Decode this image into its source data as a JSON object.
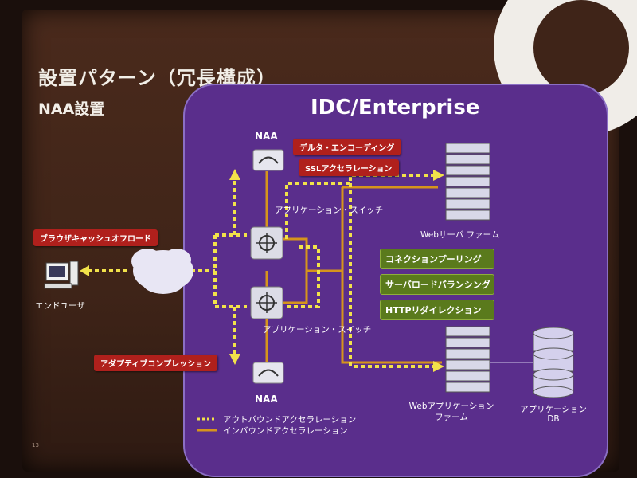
{
  "slide": {
    "title": "設置パターン（冗長構成）",
    "subtitle": "NAA設置",
    "panel_title": "IDC/Enterprise",
    "page_number": "13"
  },
  "labels": {
    "naa_top": "NAA",
    "naa_bottom": "NAA",
    "switch_top": "アプリケーション・スイッチ",
    "switch_bottom": "アプリケーション・スイッチ",
    "web_farm": "Webサーバ ファーム",
    "app_farm_line1": "Webアプリケーション",
    "app_farm_line2": "ファーム",
    "app_db_line1": "アプリケーション",
    "app_db_line2": "DB",
    "end_user": "エンドユーザ"
  },
  "red_tags": {
    "delta": "デルタ・エンコーディング",
    "ssl": "SSLアクセラレーション",
    "browser_cache": "ブラウザキャッシュオフロード",
    "adaptive": "アダプティブコンプレッション"
  },
  "green_tags": {
    "pooling": "コネクションプーリング",
    "load_balancing": "サーバロードバランシング",
    "http_redirect": "HTTPリダイレクション"
  },
  "legend": {
    "outbound": "アウトバウンドアクセラレーション",
    "inbound": "インバウンドアクセラレーション"
  },
  "colors": {
    "panel": "#5a2e8c",
    "outbound_line": "#f2e24a",
    "inbound_line": "#d6941c",
    "red_tag": "#b0201c",
    "green_tag": "#5a7a1c"
  }
}
